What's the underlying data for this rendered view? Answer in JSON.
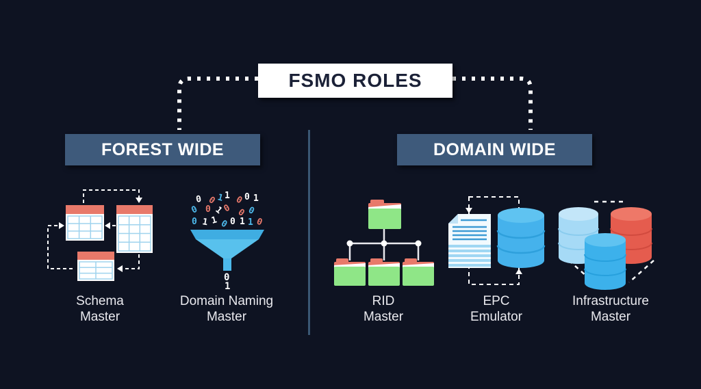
{
  "title": {
    "label": "FSMO ROLES"
  },
  "sections": {
    "forest": {
      "header": "FOREST WIDE",
      "roles": [
        {
          "name": "schema-master",
          "icon": "linked-tables-icon",
          "lines": [
            "Schema",
            "Master"
          ]
        },
        {
          "name": "domain-naming-master",
          "icon": "funnel-binary-icon",
          "lines": [
            "Domain Naming",
            "Master"
          ]
        }
      ]
    },
    "domain": {
      "header": "DOMAIN WIDE",
      "roles": [
        {
          "name": "rid-master",
          "icon": "folder-tree-icon",
          "lines": [
            "RID",
            "Master"
          ]
        },
        {
          "name": "epc-emulator",
          "icon": "document-database-sync-icon",
          "lines": [
            "EPC",
            "Emulator"
          ]
        },
        {
          "name": "infrastructure-master",
          "icon": "database-cluster-icon",
          "lines": [
            "Infrastructure",
            "Master"
          ]
        }
      ]
    }
  },
  "icons": {
    "funnel_digits": [
      "0",
      "0",
      "1",
      "1",
      "0",
      "0",
      "1",
      "0",
      "0",
      "1",
      "0",
      "0",
      "0",
      "0",
      "1",
      "1",
      "0",
      "0",
      "1",
      "1",
      "0"
    ],
    "funnel_output": [
      "0",
      "1"
    ]
  },
  "colors": {
    "background": "#0e1322",
    "title_box_bg": "#ffffff",
    "title_text": "#1b2137",
    "header_bg": "#3e5a7b",
    "header_text": "#ffffff",
    "label_text": "#e9e9ee",
    "divider": "#3a5773",
    "connector_dots": "#ffffff",
    "salmon": "#e8796a",
    "green": "#8fe687",
    "blue": "#45b2ec",
    "light_blue": "#a6daf6",
    "red": "#e55c4e"
  }
}
